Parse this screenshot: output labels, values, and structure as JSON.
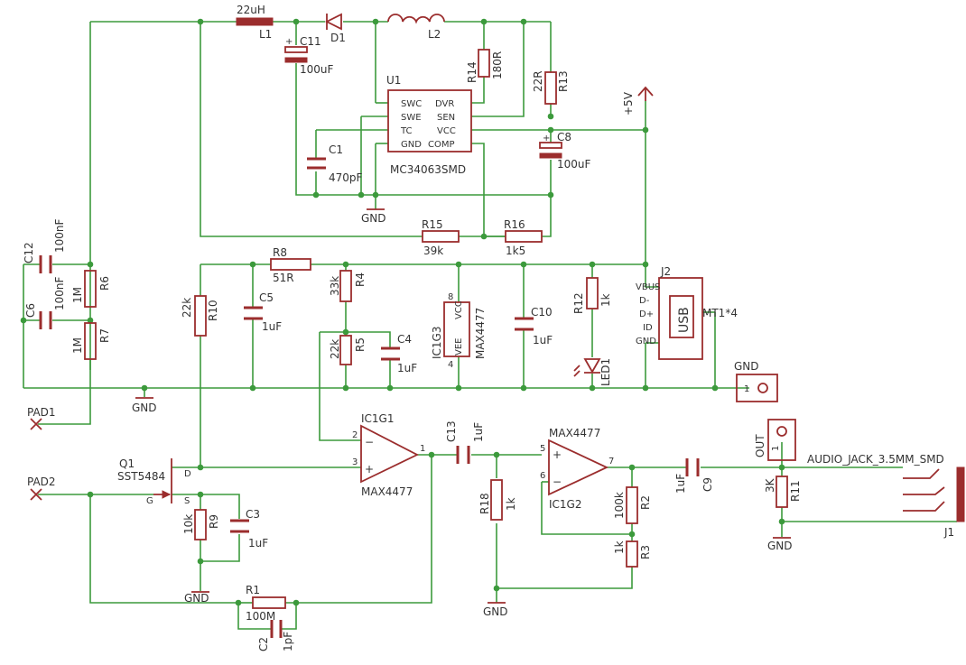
{
  "title": "",
  "components": {
    "l1": {
      "ref": "L1",
      "value": "22uH"
    },
    "d1": {
      "ref": "D1"
    },
    "l2": {
      "ref": "L2"
    },
    "c11": {
      "ref": "C11",
      "value": "100uF"
    },
    "r14": {
      "ref": "R14",
      "value": "180R"
    },
    "r13": {
      "ref": "R13",
      "value": "22R"
    },
    "u1": {
      "ref": "U1",
      "value": "MC34063SMD",
      "pins": [
        "SWC",
        "SWE",
        "TC",
        "GND",
        "DVR",
        "SEN",
        "VCC",
        "COMP"
      ]
    },
    "c1": {
      "ref": "C1",
      "value": "470pF"
    },
    "c8": {
      "ref": "C8",
      "value": "100uF"
    },
    "vcc": {
      "label": "+5V"
    },
    "r15": {
      "ref": "R15",
      "value": "39k"
    },
    "r16": {
      "ref": "R16",
      "value": "1k5"
    },
    "c12": {
      "ref": "C12",
      "value": "100nF"
    },
    "c6": {
      "ref": "C6",
      "value": "100nF"
    },
    "r6": {
      "ref": "R6",
      "value": "1M"
    },
    "r7": {
      "ref": "R7",
      "value": "1M"
    },
    "r8": {
      "ref": "R8",
      "value": "51R"
    },
    "r10": {
      "ref": "R10",
      "value": "22k"
    },
    "c5": {
      "ref": "C5",
      "value": "1uF"
    },
    "r4": {
      "ref": "R4",
      "value": "33k"
    },
    "r5": {
      "ref": "R5",
      "value": "22k"
    },
    "c4": {
      "ref": "C4",
      "value": "1uF"
    },
    "ic1g3": {
      "ref": "IC1G3",
      "value": "MAX4477",
      "pin_top": "8",
      "pin_bot": "4",
      "vcc": "VCC",
      "vee": "VEE"
    },
    "c10": {
      "ref": "C10",
      "value": "1uF"
    },
    "r12": {
      "ref": "R12",
      "value": "1k"
    },
    "led1": {
      "ref": "LED1"
    },
    "j2": {
      "ref": "J2",
      "body": "USB",
      "pins": [
        "VBUS",
        "D-",
        "D+",
        "ID",
        "GND"
      ],
      "mount": "MT1*4"
    },
    "gnd_con": {
      "label": "GND",
      "pin": "1"
    },
    "pad1": {
      "label": "PAD1"
    },
    "pad2": {
      "label": "PAD2"
    },
    "q1": {
      "ref": "Q1",
      "value": "SST5484",
      "d": "D",
      "g": "G",
      "s": "S"
    },
    "ic1g1": {
      "ref": "IC1G1",
      "value": "MAX4477",
      "p2": "2",
      "p3": "3",
      "p1": "1"
    },
    "c13": {
      "ref": "C13",
      "value": "1uF"
    },
    "r18": {
      "ref": "R18",
      "value": "1k"
    },
    "ic1g2": {
      "ref": "IC1G2",
      "value": "MAX4477",
      "p5": "5",
      "p6": "6",
      "p7": "7"
    },
    "r2": {
      "ref": "R2",
      "value": "100k"
    },
    "r3": {
      "ref": "R3",
      "value": "1k"
    },
    "c9": {
      "ref": "C9",
      "value": "1uF"
    },
    "r11": {
      "ref": "R11",
      "value": "3K"
    },
    "out_con": {
      "label": "OUT",
      "pin": "1"
    },
    "j1": {
      "ref": "J1",
      "value": "AUDIO_JACK_3.5MM_SMD"
    },
    "r9": {
      "ref": "R9",
      "value": "10k"
    },
    "c3": {
      "ref": "C3",
      "value": "1uF"
    },
    "r1": {
      "ref": "R1",
      "value": "100M"
    },
    "c2": {
      "ref": "C2",
      "value": "1pF"
    },
    "gnd": "GND"
  }
}
